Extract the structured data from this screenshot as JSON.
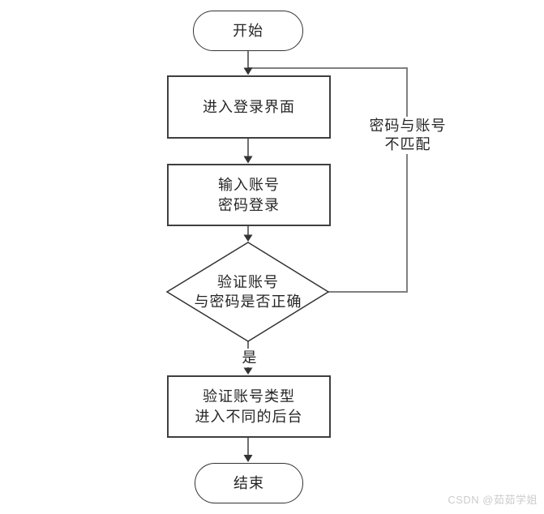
{
  "flowchart": {
    "start": {
      "label": "开始"
    },
    "enter_login": {
      "label": "进入登录界面"
    },
    "input_credentials": {
      "line1": "输入账号",
      "line2": "密码登录"
    },
    "verify_decision": {
      "line1": "验证账号",
      "line2": "与密码是否正确"
    },
    "yes_branch_label": "是",
    "no_branch_label": {
      "line1": "密码与账号",
      "line2": "不匹配"
    },
    "route_backend": {
      "line1": "验证账号类型",
      "line2": "进入不同的后台"
    },
    "end": {
      "label": "结束"
    },
    "colors": {
      "shape_border": "#3f3f3f",
      "connector": "#333333",
      "loop_connector": "#808080",
      "text": "#262626"
    }
  },
  "watermark": {
    "text": "CSDN @茹茹学姐"
  }
}
